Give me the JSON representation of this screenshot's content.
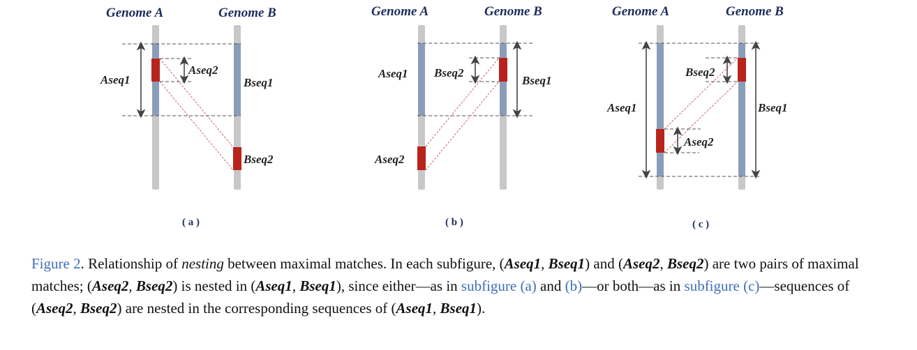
{
  "panels": [
    {
      "label": "( a )",
      "genome_a": "Genome A",
      "genome_b": "Genome B",
      "aseq1": "Aseq1",
      "aseq2": "Aseq2",
      "bseq1": "Bseq1",
      "bseq2": "Bseq2"
    },
    {
      "label": "( b )",
      "genome_a": "Genome A",
      "genome_b": "Genome B",
      "aseq1": "Aseq1",
      "aseq2": "Aseq2",
      "bseq1": "Bseq1",
      "bseq2": "Bseq2"
    },
    {
      "label": "( c )",
      "genome_a": "Genome A",
      "genome_b": "Genome B",
      "aseq1": "Aseq1",
      "aseq2": "Aseq2",
      "bseq1": "Bseq1",
      "bseq2": "Bseq2"
    }
  ],
  "colors": {
    "bar": "#c8c8ca",
    "match": "#8a9db8",
    "nested": "#b8241c",
    "link": "#3f6fb7"
  },
  "caption": {
    "fig_ref": "Figure 2",
    "t1": ". Relationship of ",
    "nesting": "nesting",
    "t2": " between maximal matches. In each subfigure, (",
    "aseq1": "Aseq1",
    "comma": ", ",
    "bseq1": "Bseq1",
    "t3": ") and (",
    "aseq2": "Aseq2",
    "bseq2": "Bseq2",
    "t4": ") are two pairs of maximal matches; (",
    "t5": ") is nested in (",
    "t6": "), since either—as in ",
    "link_a": "subfigure (a)",
    "t7": " and ",
    "link_b": "(b)",
    "t8": "—or both—as in ",
    "link_c": "subfigure (c)",
    "t9": "—sequences of (",
    "t10": ") are nested in the corresponding sequences of (",
    "t11": ")."
  }
}
